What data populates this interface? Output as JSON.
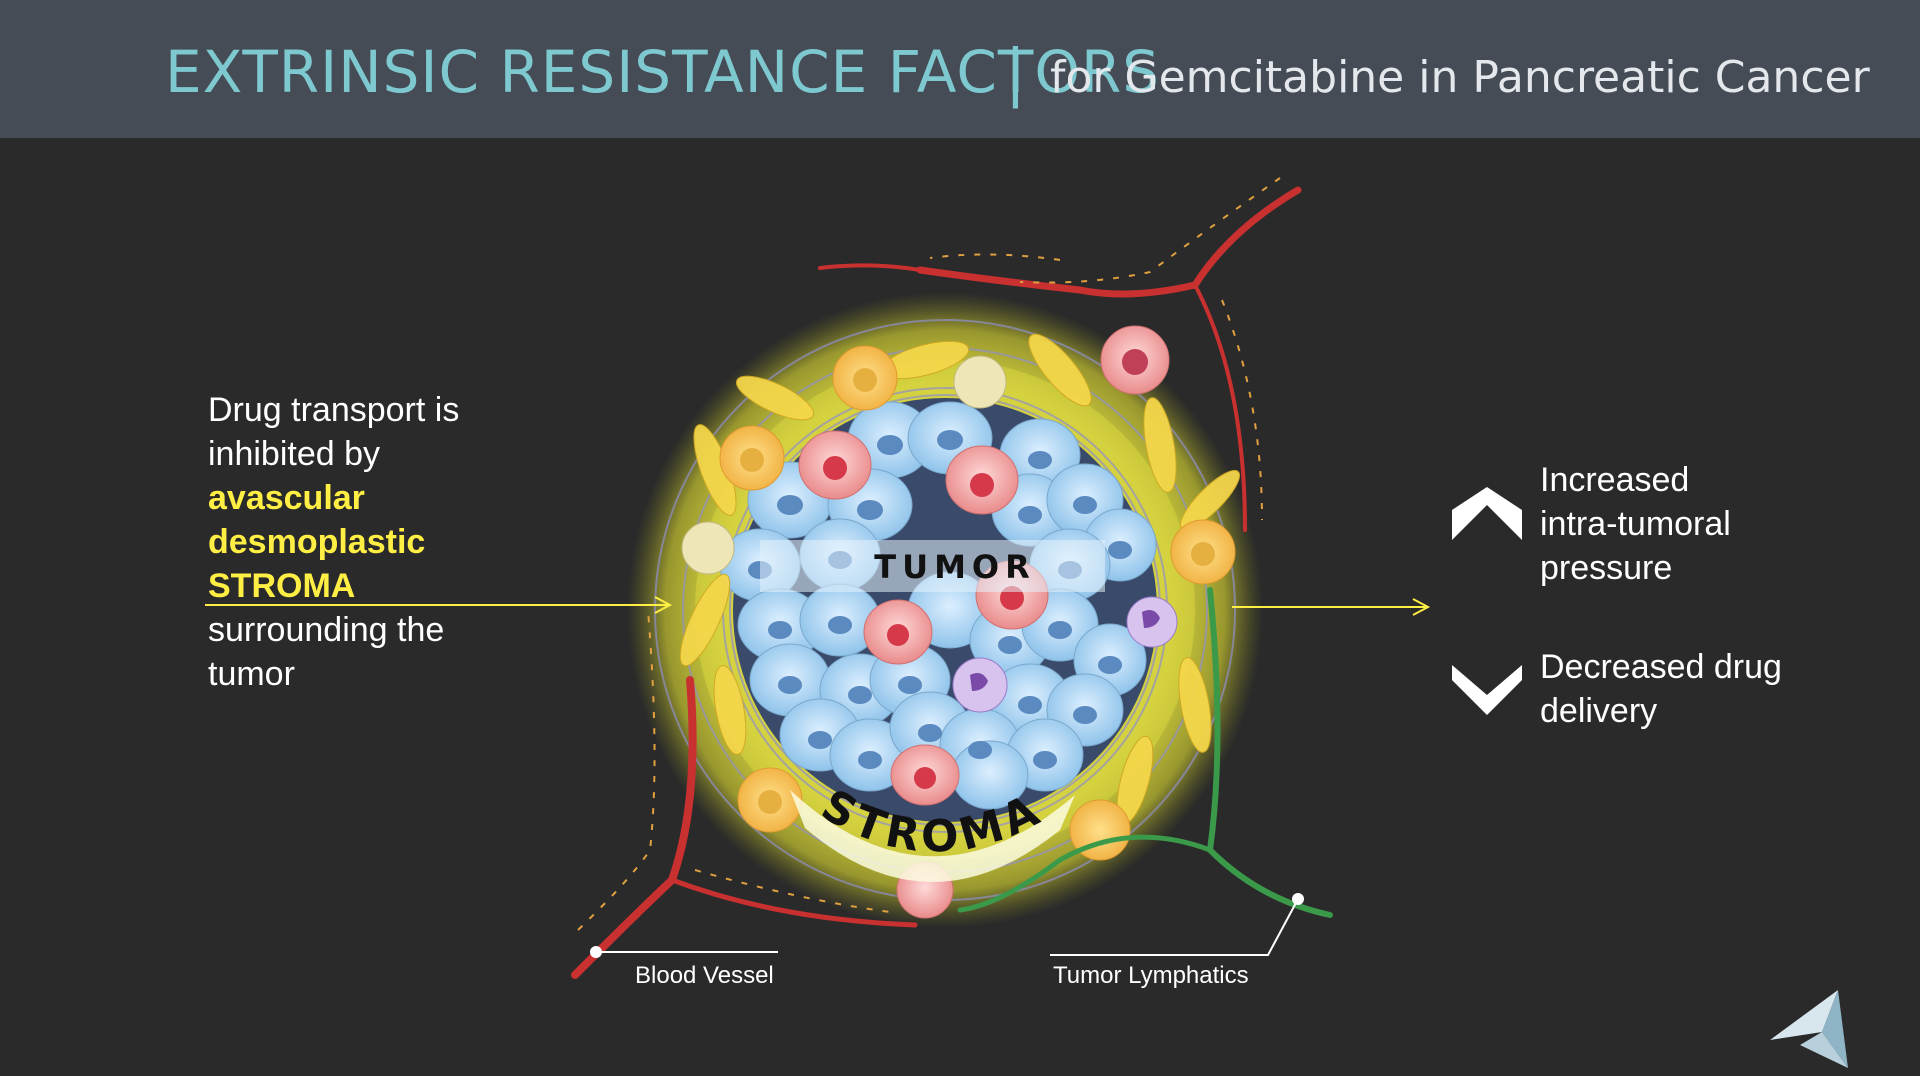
{
  "header": {
    "title": "EXTRINSIC RESISTANCE FACTORS",
    "separator": "|",
    "subtitle": "for Gemcitabine in Pancreatic Cancer"
  },
  "left_text": {
    "line1": "Drug transport is",
    "line2": "inhibited by",
    "highlight1": "avascular",
    "highlight2": "desmoplastic",
    "highlight3": "STROMA",
    "line3": "surrounding the",
    "line4": "tumor"
  },
  "diagram": {
    "tumor_label": "TUMOR",
    "stroma_label": "STROMA",
    "blood_vessel_label": "Blood Vessel",
    "lymphatics_label": "Tumor Lymphatics"
  },
  "effects": [
    {
      "icon": "chevron-up-icon",
      "lines": [
        "Increased",
        "intra-tumoral",
        "pressure"
      ]
    },
    {
      "icon": "chevron-down-icon",
      "lines": [
        "Decreased drug",
        "delivery"
      ]
    }
  ],
  "logo": {
    "icon": "brand-logo-icon"
  },
  "colors": {
    "header_bg": "#454c56",
    "title": "#7ec8cf",
    "highlight": "#ffee44",
    "blood_vessel": "#d83a3a",
    "lymphatics": "#3a9a4a",
    "tumor_cell": "#a9d4f0",
    "stroma": "#d9d640"
  }
}
